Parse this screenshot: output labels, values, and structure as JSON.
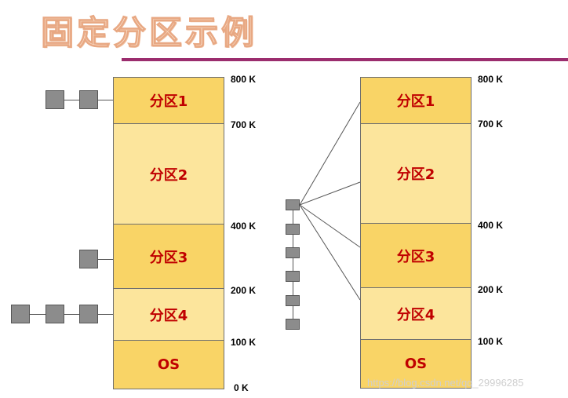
{
  "title": "固定分区示例",
  "memory_left": {
    "partitions": [
      "分区1",
      "分区2",
      "分区3",
      "分区4",
      "OS"
    ]
  },
  "memory_right": {
    "partitions": [
      "分区1",
      "分区2",
      "分区3",
      "分区4",
      "OS"
    ]
  },
  "ticks_left": [
    "800 K",
    "700 K",
    "400 K",
    "200 K",
    "100 K",
    "0 K"
  ],
  "ticks_right": [
    "800 K",
    "700 K",
    "400 K",
    "200 K",
    "100 K"
  ],
  "queues_left": {
    "partition_1": 2,
    "partition_2": 0,
    "partition_3": 1,
    "partition_4": 3,
    "os": 0
  },
  "single_queue_right": 6,
  "watermark": "https://blog.csdn.net/qq_29996285",
  "colors": {
    "partition_dark": "#f9d466",
    "partition_light": "#fce59c",
    "label": "#c00000",
    "rule": "#9b2d6e",
    "queue_box": "#8c8c8c"
  }
}
